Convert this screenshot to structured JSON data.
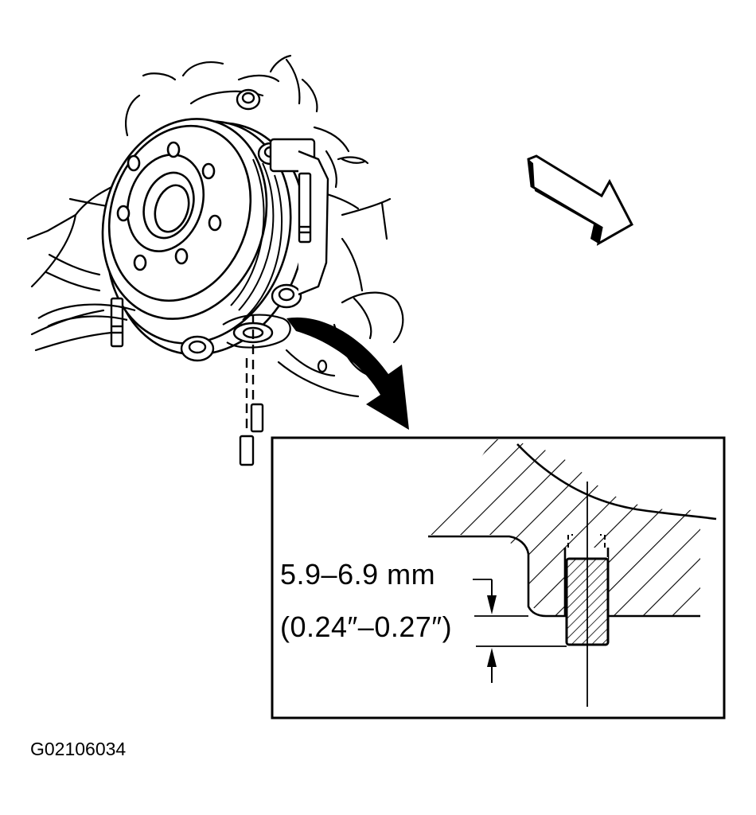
{
  "dimension": {
    "metric": "5.9–6.9 mm",
    "imperial": "(0.24″–0.27″)"
  },
  "figure_id": "G02106034",
  "colors": {
    "ink": "#000000",
    "paper": "#ffffff"
  }
}
